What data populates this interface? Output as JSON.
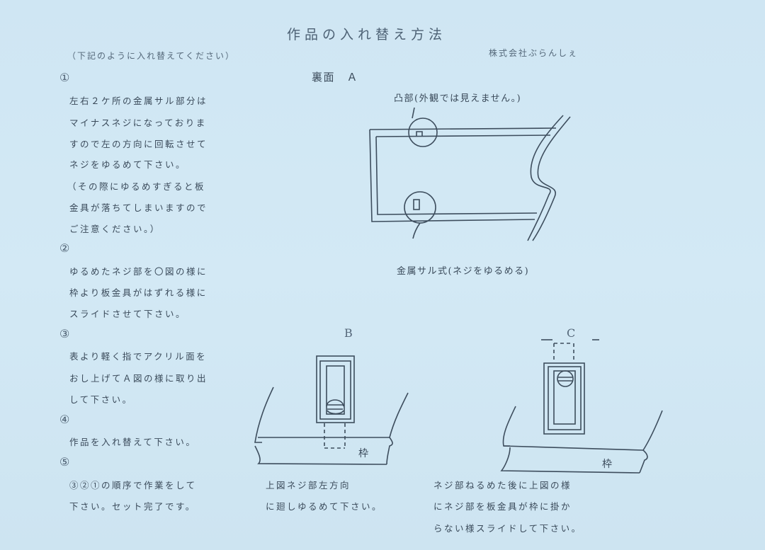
{
  "title": "作品の入れ替え方法",
  "company": "株式会社ぶらんしぇ",
  "note": "（下記のように入れ替えてください）",
  "steps": [
    {
      "num": "①",
      "lines": [
        "左右２ケ所の金属サル部分は",
        "マイナスネジになっておりま",
        "すので左の方向に回転させて",
        "ネジをゆるめて下さい。",
        "（その際にゆるめすぎると板",
        "金具が落ちてしまいますので",
        "ご注意ください。）"
      ]
    },
    {
      "num": "②",
      "lines": [
        "ゆるめたネジ部を〇図の様に",
        "枠より板金具がはずれる様に",
        "スライドさせて下さい。"
      ]
    },
    {
      "num": "③",
      "lines": [
        "表より軽く指でアクリル面を",
        "おし上げてＡ図の様に取り出",
        "して下さい。"
      ]
    },
    {
      "num": "④",
      "lines": [
        "作品を入れ替えて下さい。"
      ]
    },
    {
      "num": "⑤",
      "lines": [
        "③②①の順序で作業をして",
        "下さい。セット完了です。"
      ]
    }
  ],
  "diagram_a": {
    "heading": "裏面　Ａ",
    "callout": "凸部(外観では見えません。)",
    "caption": "金属サル式(ネジをゆるめる)"
  },
  "diagram_b": {
    "label": "B",
    "frame_text": "枠",
    "caption": [
      "上図ネジ部左方向",
      "に廻しゆるめて下さい。"
    ]
  },
  "diagram_c": {
    "label": "C",
    "frame_text": "枠",
    "caption": [
      "ネジ部ねるめた後に上図の様",
      "にネジ部を板金具が枠に掛か",
      "らない様スライドして下さい。"
    ]
  }
}
